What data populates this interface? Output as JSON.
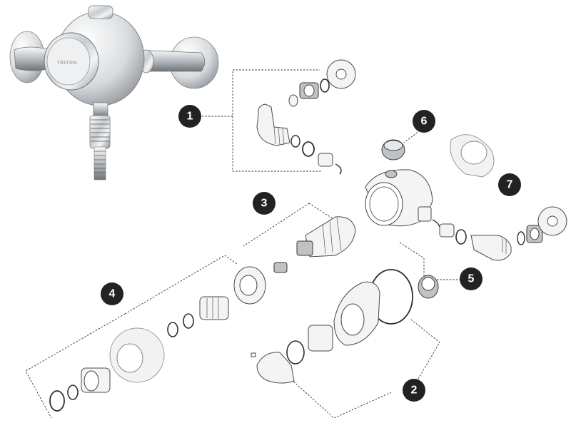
{
  "product": {
    "logo_text": "TRITON"
  },
  "callouts": [
    {
      "label": "1"
    },
    {
      "label": "2"
    },
    {
      "label": "3"
    },
    {
      "label": "4"
    },
    {
      "label": "5"
    },
    {
      "label": "6"
    },
    {
      "label": "7"
    }
  ],
  "colors": {
    "badge_fill": "#222222",
    "badge_text": "#ffffff",
    "leader_line": "#333333",
    "chrome_light": "#f4f4f4",
    "chrome_dark": "#bfc3c6"
  }
}
